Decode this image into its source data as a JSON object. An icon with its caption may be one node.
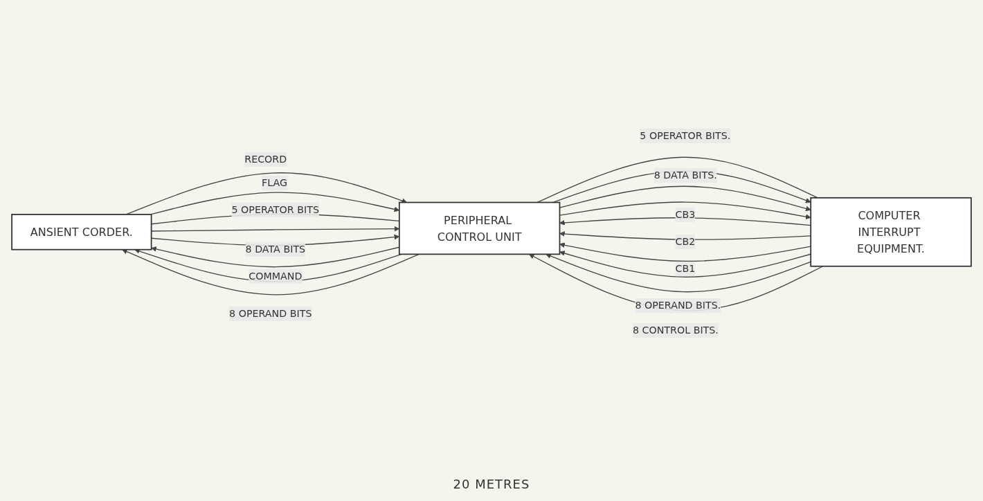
{
  "diagram": {
    "nodes": [
      {
        "text": [
          "ANSIENT CORDER."
        ]
      },
      {
        "text": [
          "PERIPHERAL CONTROL UNIT"
        ]
      },
      {
        "text": [
          "COMPUTER INTERRUPT EQUIPMENT."
        ]
      }
    ],
    "edges": [
      {
        "from": 0,
        "to": 1,
        "arrow": "to",
        "label": "RECORD"
      },
      {
        "from": 1,
        "to": 0,
        "arrow": "to",
        "label": "COMMAND"
      },
      {
        "from": 0,
        "to": 1,
        "arrow": "to",
        "label": "FLAG"
      },
      {
        "from": 1,
        "to": 0,
        "arrow": "to"
      },
      {
        "from": 0,
        "to": 1,
        "arrow": "none",
        "label": "5 OPERATOR BITS"
      },
      {
        "from": 1,
        "to": 0,
        "arrow": "to",
        "label": "8 OPERAND BITS"
      },
      {
        "from": 0,
        "to": 1,
        "arrow": "to"
      },
      {
        "from": 0,
        "to": 1,
        "arrow": "to",
        "label": "8 DATA BITS"
      },
      {
        "from": 2,
        "to": 1,
        "arrow": "to",
        "label": "CB3"
      },
      {
        "from": 2,
        "to": 1,
        "arrow": "to",
        "label": "CB2"
      },
      {
        "from": 2,
        "to": 1,
        "arrow": "to",
        "label": "CB1"
      },
      {
        "from": 2,
        "to": 1,
        "arrow": "to"
      },
      {
        "from": 1,
        "to": 2,
        "arrow": "none",
        "label": "5 OPERATOR BITS."
      },
      {
        "from": 2,
        "to": 1,
        "arrow": "to",
        "label": "8 OPERAND BITS."
      },
      {
        "from": 1,
        "to": 2,
        "arrow": "to"
      },
      {
        "from": 1,
        "to": 2,
        "arrow": "to",
        "label": "8 DATA BITS."
      },
      {
        "from": 1,
        "to": 2,
        "arrow": "to"
      },
      {
        "from": 2,
        "to": 1,
        "arrow": "to",
        "label": "8 CONTROL BITS."
      }
    ],
    "labels": [
      "20 METRES"
    ]
  }
}
